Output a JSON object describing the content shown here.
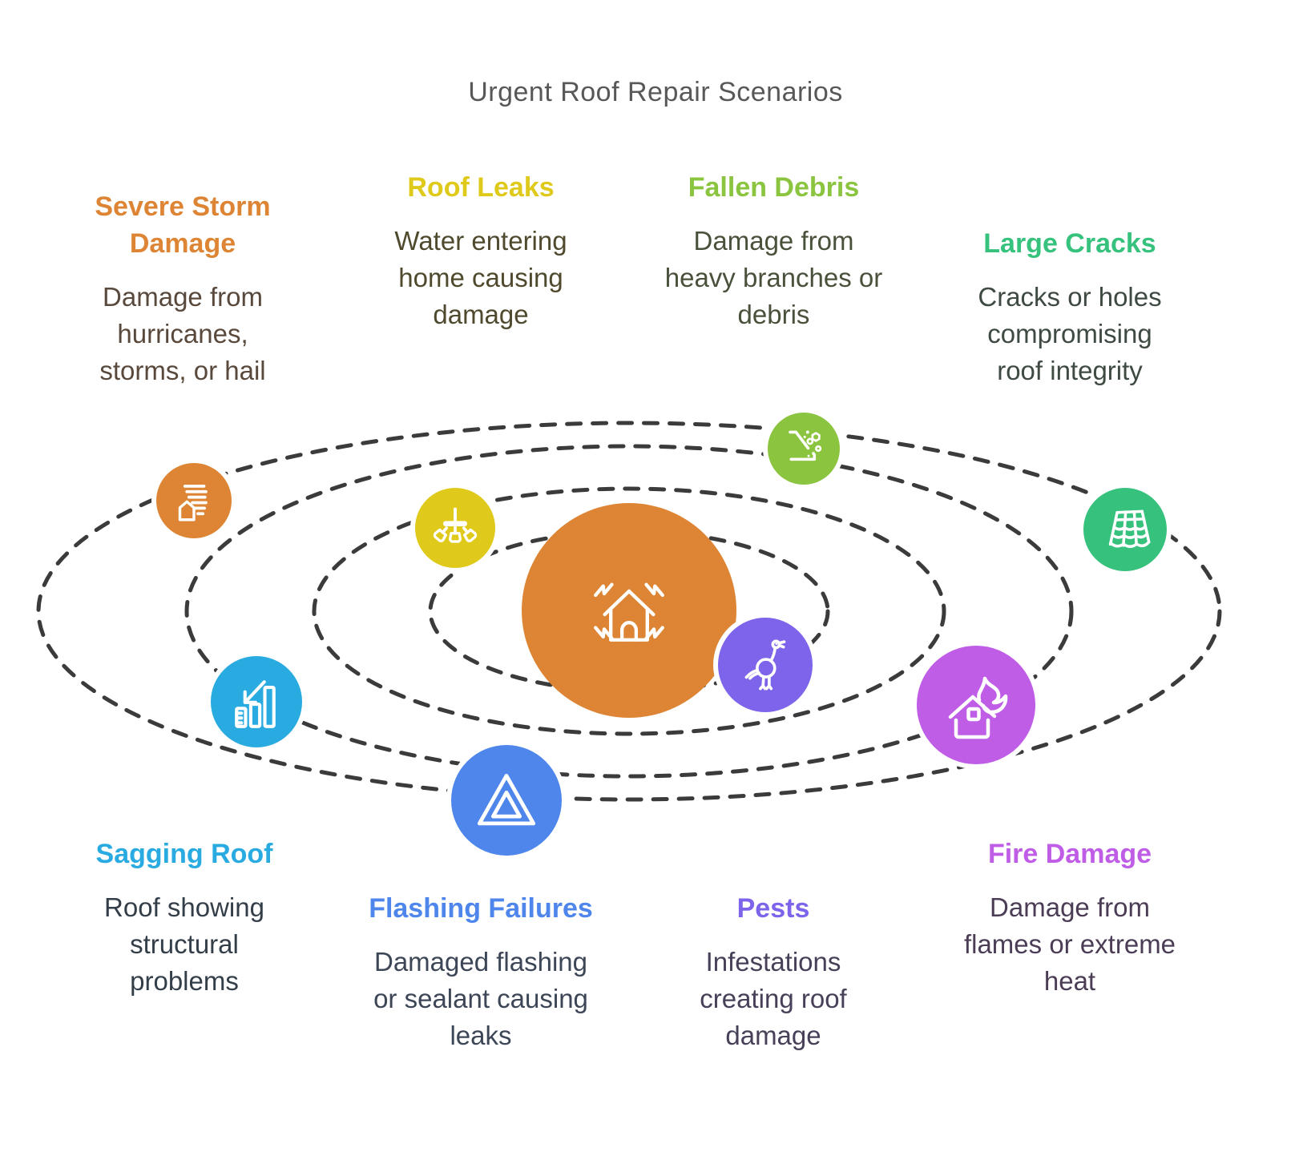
{
  "title": {
    "text": "Urgent Roof Repair Scenarios",
    "color": "#57585A"
  },
  "orbit": {
    "line_color": "#3B3B3B",
    "style": "dashed",
    "ring_count": 4
  },
  "center": {
    "icon": "house-inspection-icon",
    "color": "#DD8534"
  },
  "scenarios": [
    {
      "label": "Severe Storm Damage",
      "description": "Damage from hurricanes, storms, or hail",
      "color": "#DD8534",
      "description_color": "#59493C",
      "icon": "tornado-house-icon"
    },
    {
      "label": "Roof Leaks",
      "description": "Water entering home causing damage",
      "color": "#DFCA1B",
      "description_color": "#4F4A2E",
      "icon": "ceiling-leak-icon"
    },
    {
      "label": "Fallen Debris",
      "description": "Damage from heavy branches or debris",
      "color": "#8BC43F",
      "description_color": "#49513B",
      "icon": "falling-debris-icon"
    },
    {
      "label": "Large Cracks",
      "description": "Cracks or holes compromising roof integrity",
      "color": "#36C27D",
      "description_color": "#3E4A42",
      "icon": "roof-tiles-icon"
    },
    {
      "label": "Sagging Roof",
      "description": "Roof showing structural problems",
      "color": "#29ABE2",
      "description_color": "#333E49",
      "icon": "declining-chart-icon"
    },
    {
      "label": "Flashing Failures",
      "description": "Damaged flashing or sealant causing leaks",
      "color": "#4E86EC",
      "description_color": "#3D4656",
      "icon": "warning-triangle-icon"
    },
    {
      "label": "Pests",
      "description": "Infestations creating roof damage",
      "color": "#7D64EA",
      "description_color": "#474058",
      "icon": "bird-pest-icon"
    },
    {
      "label": "Fire Damage",
      "description": "Damage from flames or extreme heat",
      "color": "#BF5DE7",
      "description_color": "#4B3D55",
      "icon": "burning-house-icon"
    }
  ]
}
